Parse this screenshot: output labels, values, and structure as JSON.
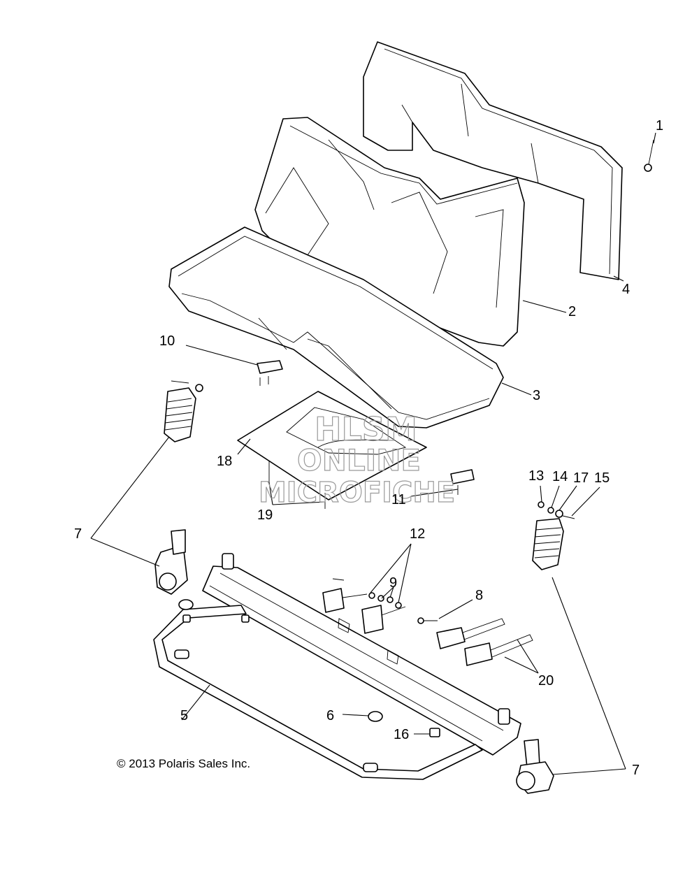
{
  "callouts": {
    "c1": "1",
    "c2": "2",
    "c3": "3",
    "c4": "4",
    "c5": "5",
    "c6": "6",
    "c7a": "7",
    "c7b": "7",
    "c8": "8",
    "c9": "9",
    "c10": "10",
    "c11": "11",
    "c12": "12",
    "c13": "13",
    "c14": "14",
    "c15": "15",
    "c16": "16",
    "c17": "17",
    "c18": "18",
    "c19": "19",
    "c20": "20"
  },
  "watermark": {
    "line1": "HLSM",
    "line2": "ONLINE",
    "line3": "MICROFICHE"
  },
  "copyright": "© 2013 Polaris Sales Inc."
}
